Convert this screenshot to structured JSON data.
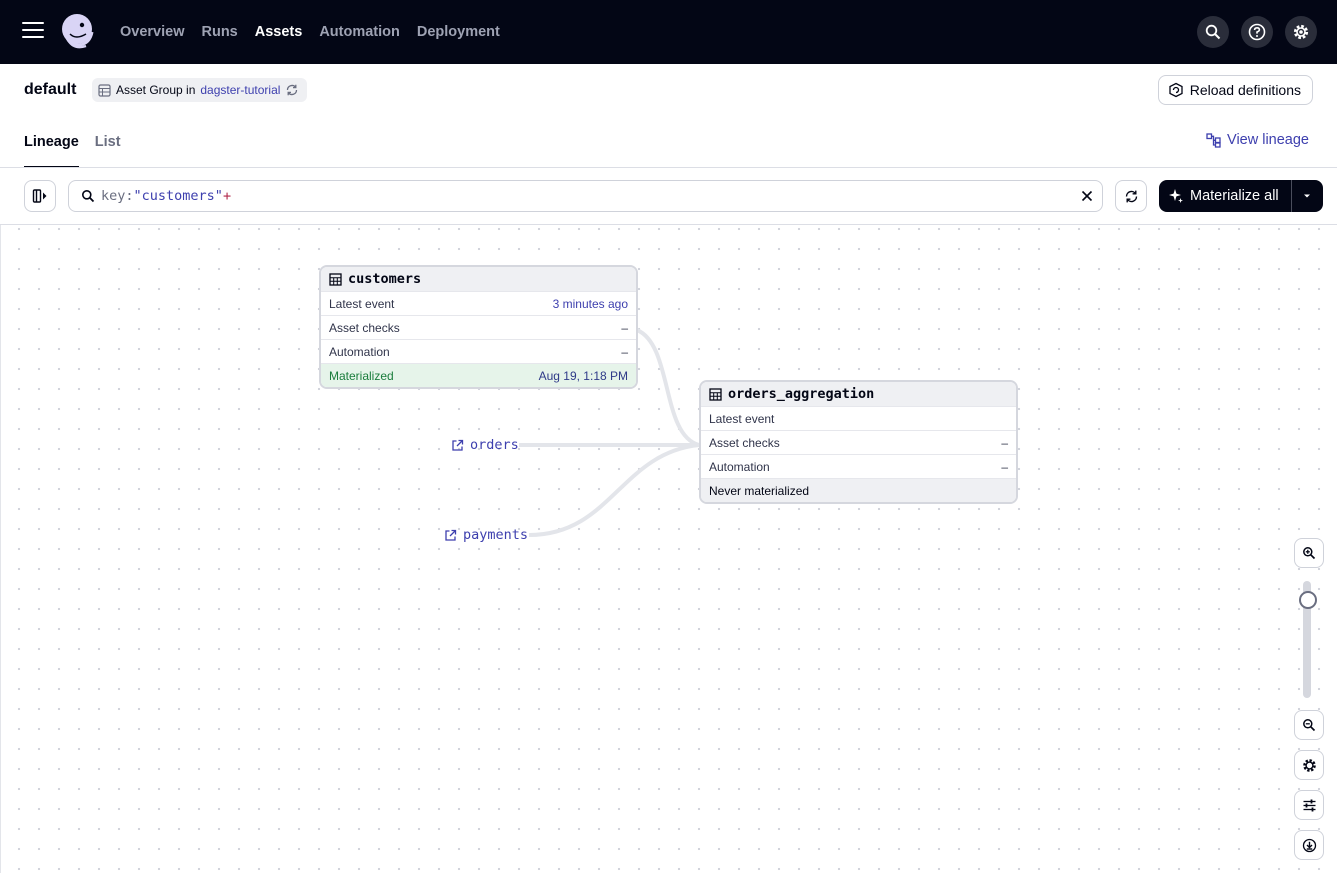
{
  "nav": {
    "links": [
      "Overview",
      "Runs",
      "Assets",
      "Automation",
      "Deployment"
    ],
    "active": "Assets",
    "icons": [
      "search-icon",
      "help-icon",
      "settings-icon"
    ]
  },
  "header": {
    "title": "default",
    "badge_prefix": "Asset Group in",
    "badge_repo": "dagster-tutorial",
    "reload_label": "Reload definitions"
  },
  "tabs": {
    "items": [
      "Lineage",
      "List"
    ],
    "active": "Lineage",
    "view_lineage_label": "View lineage"
  },
  "toolbar": {
    "query": {
      "key": "key",
      "colon": ":",
      "value": "\"customers\"",
      "plus": "+"
    },
    "materialize_label": "Materialize all"
  },
  "graph": {
    "assets": [
      {
        "name": "customers",
        "rows": [
          {
            "label": "Latest event",
            "value": "3 minutes ago"
          },
          {
            "label": "Asset checks",
            "value": "–"
          },
          {
            "label": "Automation",
            "value": "–"
          }
        ],
        "status": {
          "label": "Materialized",
          "value": "Aug 19, 1:18 PM"
        }
      },
      {
        "name": "orders_aggregation",
        "rows": [
          {
            "label": "Latest event",
            "value": ""
          },
          {
            "label": "Asset checks",
            "value": "–"
          },
          {
            "label": "Automation",
            "value": "–"
          }
        ],
        "status": {
          "label": "Never materialized",
          "value": ""
        }
      }
    ],
    "sources": [
      "orders",
      "payments"
    ]
  },
  "colors": {
    "nav_bg": "#030615",
    "accent": "#3d3fae",
    "materialized_bg": "#e6f4ea",
    "materialized_text": "#1a7d3c"
  }
}
